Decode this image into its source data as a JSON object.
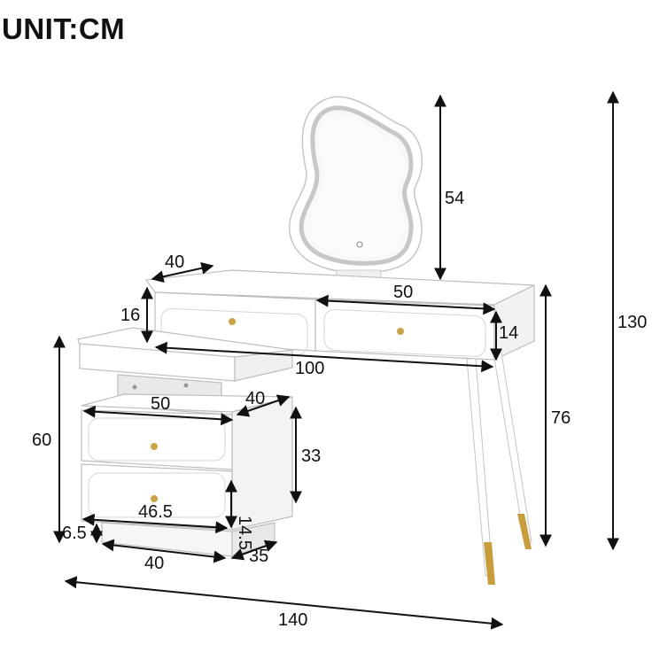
{
  "unit_label": "UNIT:CM",
  "dimensions": {
    "mirror_height": "54",
    "overall_height": "130",
    "top_drawer_depth": "40",
    "top_drawer_width": "50",
    "drawer_height_left": "16",
    "drawer_height_right": "14",
    "desktop_width": "100",
    "table_height": "76",
    "cabinet_height": "60",
    "cabinet_top_width": "50",
    "cabinet_top_depth": "40",
    "cabinet_drawer_height": "33",
    "lower_drawer_height": "14.5",
    "lower_drawer_width": "46.5",
    "base_height": "6.5",
    "base_width": "40",
    "base_depth": "35",
    "overall_width": "140"
  },
  "colors": {
    "furniture_white": "#ffffff",
    "outline": "#b9b9b9",
    "shadow": "#e9e9e9",
    "handle_gold": "#c9a449",
    "leg_tip_gold": "#c89d3e",
    "mirror_glow": "#9a9a9a"
  }
}
